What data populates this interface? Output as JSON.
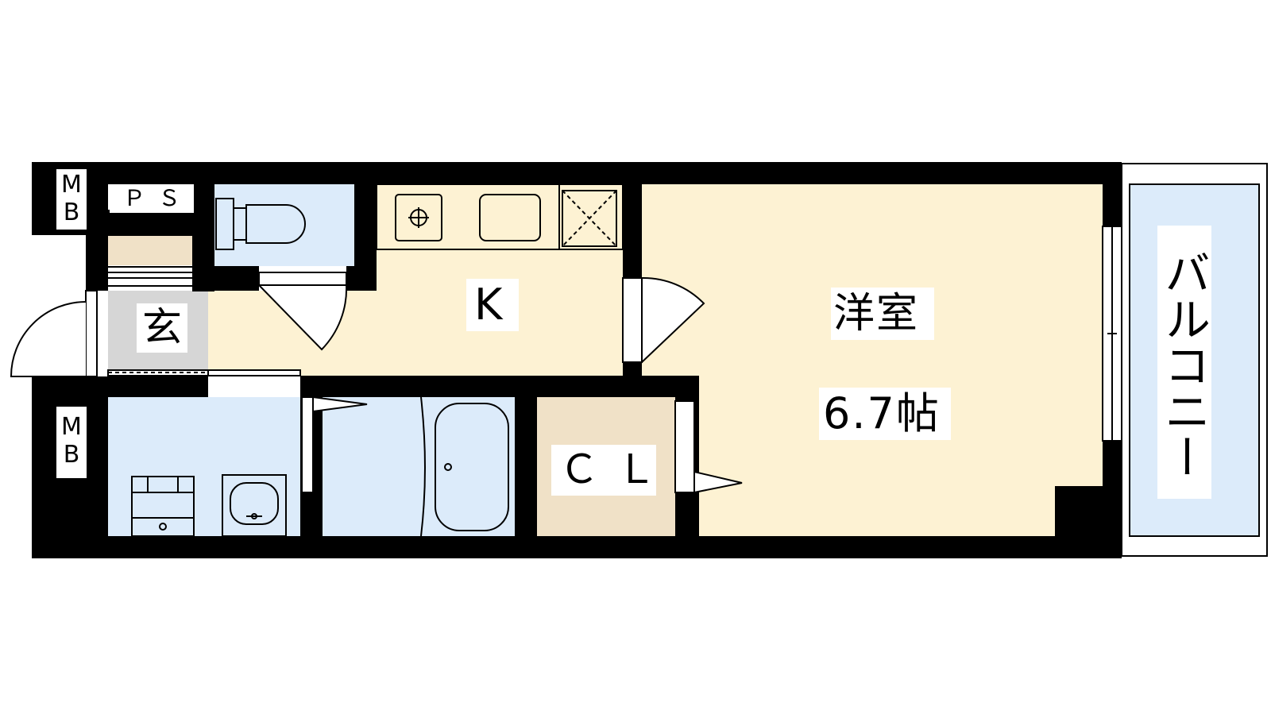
{
  "floor_plan": {
    "rooms": {
      "western_room": {
        "label": "洋室",
        "size": "6.7帖"
      },
      "kitchen": {
        "label": "K"
      },
      "closet": {
        "label": "ＣＬ"
      },
      "entrance": {
        "label": "玄"
      },
      "balcony": {
        "label": "バルコニー"
      },
      "pipe_space": {
        "label": "ＰＳ"
      },
      "meter_box_top": {
        "line1": "M",
        "line2": "B"
      },
      "meter_box_bottom": {
        "line1": "M",
        "line2": "B"
      }
    },
    "colors": {
      "wall": "#000000",
      "living_floor": "#fdf2d3",
      "wet_area_floor": "#dcebfa",
      "closet_floor": "#f0e1c7",
      "entrance_floor": "#d6d6d6",
      "background": "#ffffff"
    }
  }
}
